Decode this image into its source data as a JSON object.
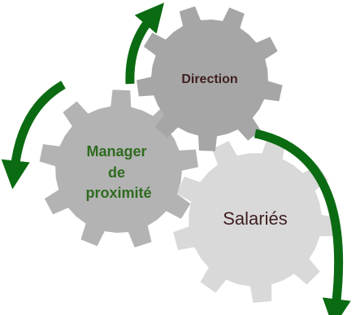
{
  "gears": {
    "direction": {
      "label": "Direction",
      "fill_color": "#a6a6a6",
      "text_color": "#3f1f1f"
    },
    "manager": {
      "label_lines": [
        "Manager",
        "de",
        "proximité"
      ],
      "fill_color": "#b3b3b3",
      "text_color": "#2e6b1f"
    },
    "salaries": {
      "label": "Salariés",
      "fill_color": "#d9d9d9",
      "text_color": "#3f1f1f"
    }
  },
  "arrows": {
    "color": "#0b6b12"
  }
}
